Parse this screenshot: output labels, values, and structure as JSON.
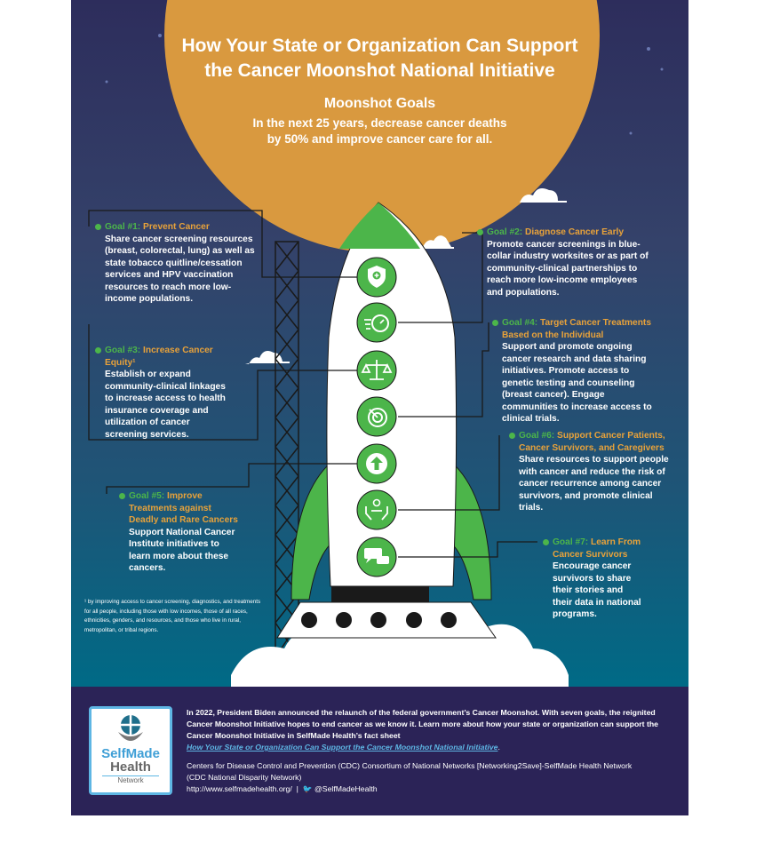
{
  "header": {
    "title_line1": "How Your State or Organization Can Support",
    "title_line2": "the Cancer Moonshot National Initiative",
    "subtitle": "Moonshot Goals",
    "goal_line1": "In the next 25 years, decrease cancer deaths",
    "goal_line2": "by 50% and improve cancer care for all."
  },
  "goals": [
    {
      "num": "Goal #1:",
      "title": "Prevent Cancer",
      "text": "Share cancer screening resources (breast, colorectal, lung) as well as state tobacco quitline/cessation services and HPV vaccination resources to reach more low-income populations.",
      "icon": "shield-plus-icon"
    },
    {
      "num": "Goal #2:",
      "title": "Diagnose Cancer Early",
      "text": "Promote cancer screenings in blue-collar industry worksites or as part of community-clinical partnerships to reach more low-income employees and populations.",
      "icon": "stopwatch-icon"
    },
    {
      "num": "Goal #3:",
      "title": "Increase Cancer Equity¹",
      "text": "Establish or expand community-clinical linkages to increase access to health insurance coverage and utilization of cancer screening services.",
      "icon": "scales-icon"
    },
    {
      "num": "Goal #4:",
      "title": "Target Cancer Treatments Based on the Individual",
      "text": "Support and promote ongoing cancer research and data sharing initiatives. Promote access to genetic testing and counseling (breast cancer). Engage communities to increase access to clinical trials.",
      "icon": "target-icon"
    },
    {
      "num": "Goal #5:",
      "title": "Improve Treatments against Deadly and Rare Cancers",
      "text": "Support National Cancer Institute initiatives to learn more about these cancers.",
      "icon": "arrow-up-icon"
    },
    {
      "num": "Goal #6:",
      "title": "Support Cancer Patients, Cancer Survivors, and Caregivers",
      "text": "Share resources to support people with cancer and reduce the risk of cancer recurrence among cancer survivors, and promote clinical trials.",
      "icon": "hands-person-icon"
    },
    {
      "num": "Goal #7:",
      "title": "Learn From Cancer Survivors",
      "text": "Encourage cancer survivors to share their stories and their data in national programs.",
      "icon": "chat-bubbles-icon"
    }
  ],
  "footnote": "¹ by improving access to cancer screening, diagnostics, and treatments for all people, including those with low incomes, those of all races, ethnicities, genders, and resources, and those who live in rural, metropolitan, or tribal regions.",
  "footer": {
    "logo": {
      "line1": "SelfMade",
      "line2": "Health",
      "line3": "Network"
    },
    "paragraph": "In 2022, President Biden announced the relaunch of the federal government’s Cancer Moonshot. With seven goals, the reignited Cancer Moonshot Initiative hopes to end cancer as we know it.  Learn more about how your state or organization can support the Cancer Moonshot Initiative in SelfMade Health’s fact sheet",
    "link": "How Your State or Organization Can Support the Cancer Moonshot National Initiative",
    "credit1": "Centers for Disease Control and Prevention (CDC) Consortium of National Networks [Networking2Save]-SelfMade Health Network",
    "credit2": "(CDC National Disparity Network)",
    "url": "http://www.selfmadehealth.org/",
    "twitter": "@SelfMadeHealth"
  },
  "colors": {
    "green": "#4cb54a",
    "orange": "#e8a23a",
    "moon": "#d9993f",
    "footer": "#2b2357"
  }
}
